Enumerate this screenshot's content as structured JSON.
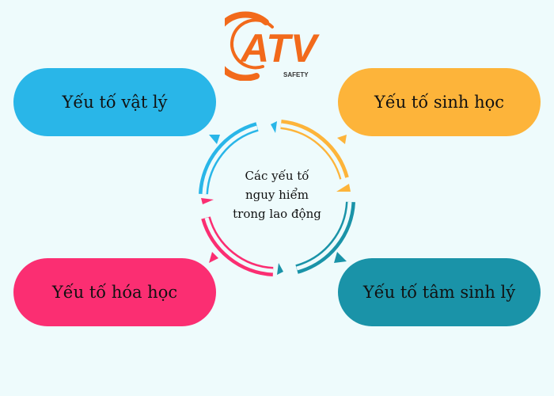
{
  "logo": {
    "text": "ATV",
    "sub": "SAFETY"
  },
  "center": {
    "line1": "Các yếu tố",
    "line2": "nguy hiểm",
    "line3": "trong lao động"
  },
  "factors": {
    "physical": "Yếu tố vật lý",
    "biological": "Yếu tố sinh học",
    "chemical": "Yếu tố hóa học",
    "psychological": "Yếu tố tâm sinh lý"
  },
  "colors": {
    "physical": "#29b6e8",
    "biological": "#fdb43a",
    "chemical": "#fb2e72",
    "psychological": "#1a93a8",
    "logo": "#f26a1b"
  }
}
